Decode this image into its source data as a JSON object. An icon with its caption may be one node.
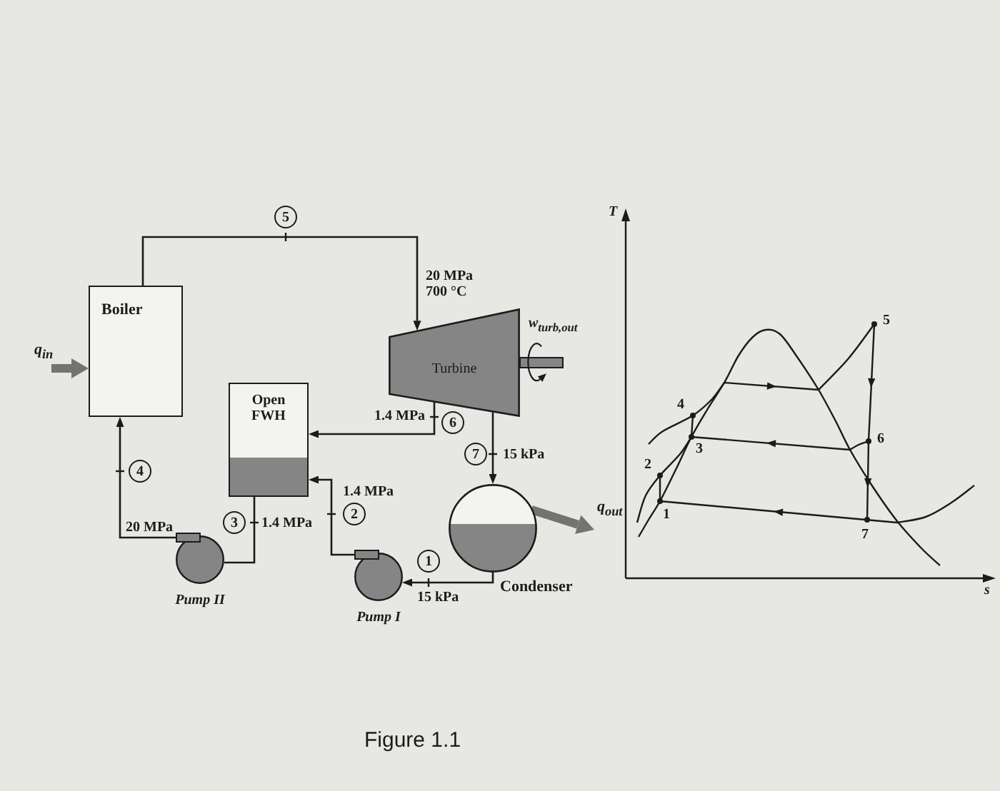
{
  "diagram": {
    "caption": "Figure 1.1",
    "nodes": [
      {
        "text": [
          "Boiler"
        ]
      },
      {
        "text": [
          "5"
        ]
      },
      {
        "text": [
          "Turbine"
        ],
        "beside": [
          "w$_{turb,out}$"
        ]
      },
      {
        "text": [
          "Open FWH"
        ]
      },
      {
        "text": [
          "6"
        ]
      },
      {
        "text": [
          "7"
        ]
      },
      {
        "text": [
          "4"
        ]
      },
      {
        "text": [
          "2"
        ]
      },
      {
        "text": [
          "3"
        ]
      },
      {
        "text": [
          "Condenser"
        ]
      },
      {
        "text": [
          "1"
        ]
      },
      {
        "text": [
          "Pump II"
        ]
      },
      {
        "text": [
          "Pump I"
        ]
      }
    ],
    "edges": [
      {
        "from": 0,
        "to": 2,
        "arrow": "to"
      },
      {
        "from": 2,
        "to": 3,
        "arrow": "to"
      },
      {
        "from": 2,
        "to": 9,
        "arrow": "to"
      },
      {
        "from": 9,
        "to": 12,
        "arrow": "to"
      },
      {
        "from": 12,
        "to": 3,
        "arrow": "to"
      },
      {
        "from": 3,
        "to": 11,
        "arrow": "none"
      },
      {
        "from": 11,
        "to": 0,
        "arrow": "to"
      },
      {
        "from": null,
        "to": 0,
        "arrow": "to",
        "label": "q$_{in}$",
        "style": "thick",
        "color": "#737373"
      },
      {
        "from": 9,
        "to": null,
        "arrow": "to",
        "label": "q$_{out}$",
        "style": "thick",
        "color": "#737373"
      }
    ],
    "labels": [
      "20 MPa 700 °C",
      "1.4 MPa",
      "15 kPa",
      "1.4 MPa",
      "20 MPa",
      "1.4 MPa",
      "15 kPa",
      "T",
      "5",
      "4",
      "6",
      "3",
      "2",
      "1",
      "7",
      "s"
    ]
  }
}
